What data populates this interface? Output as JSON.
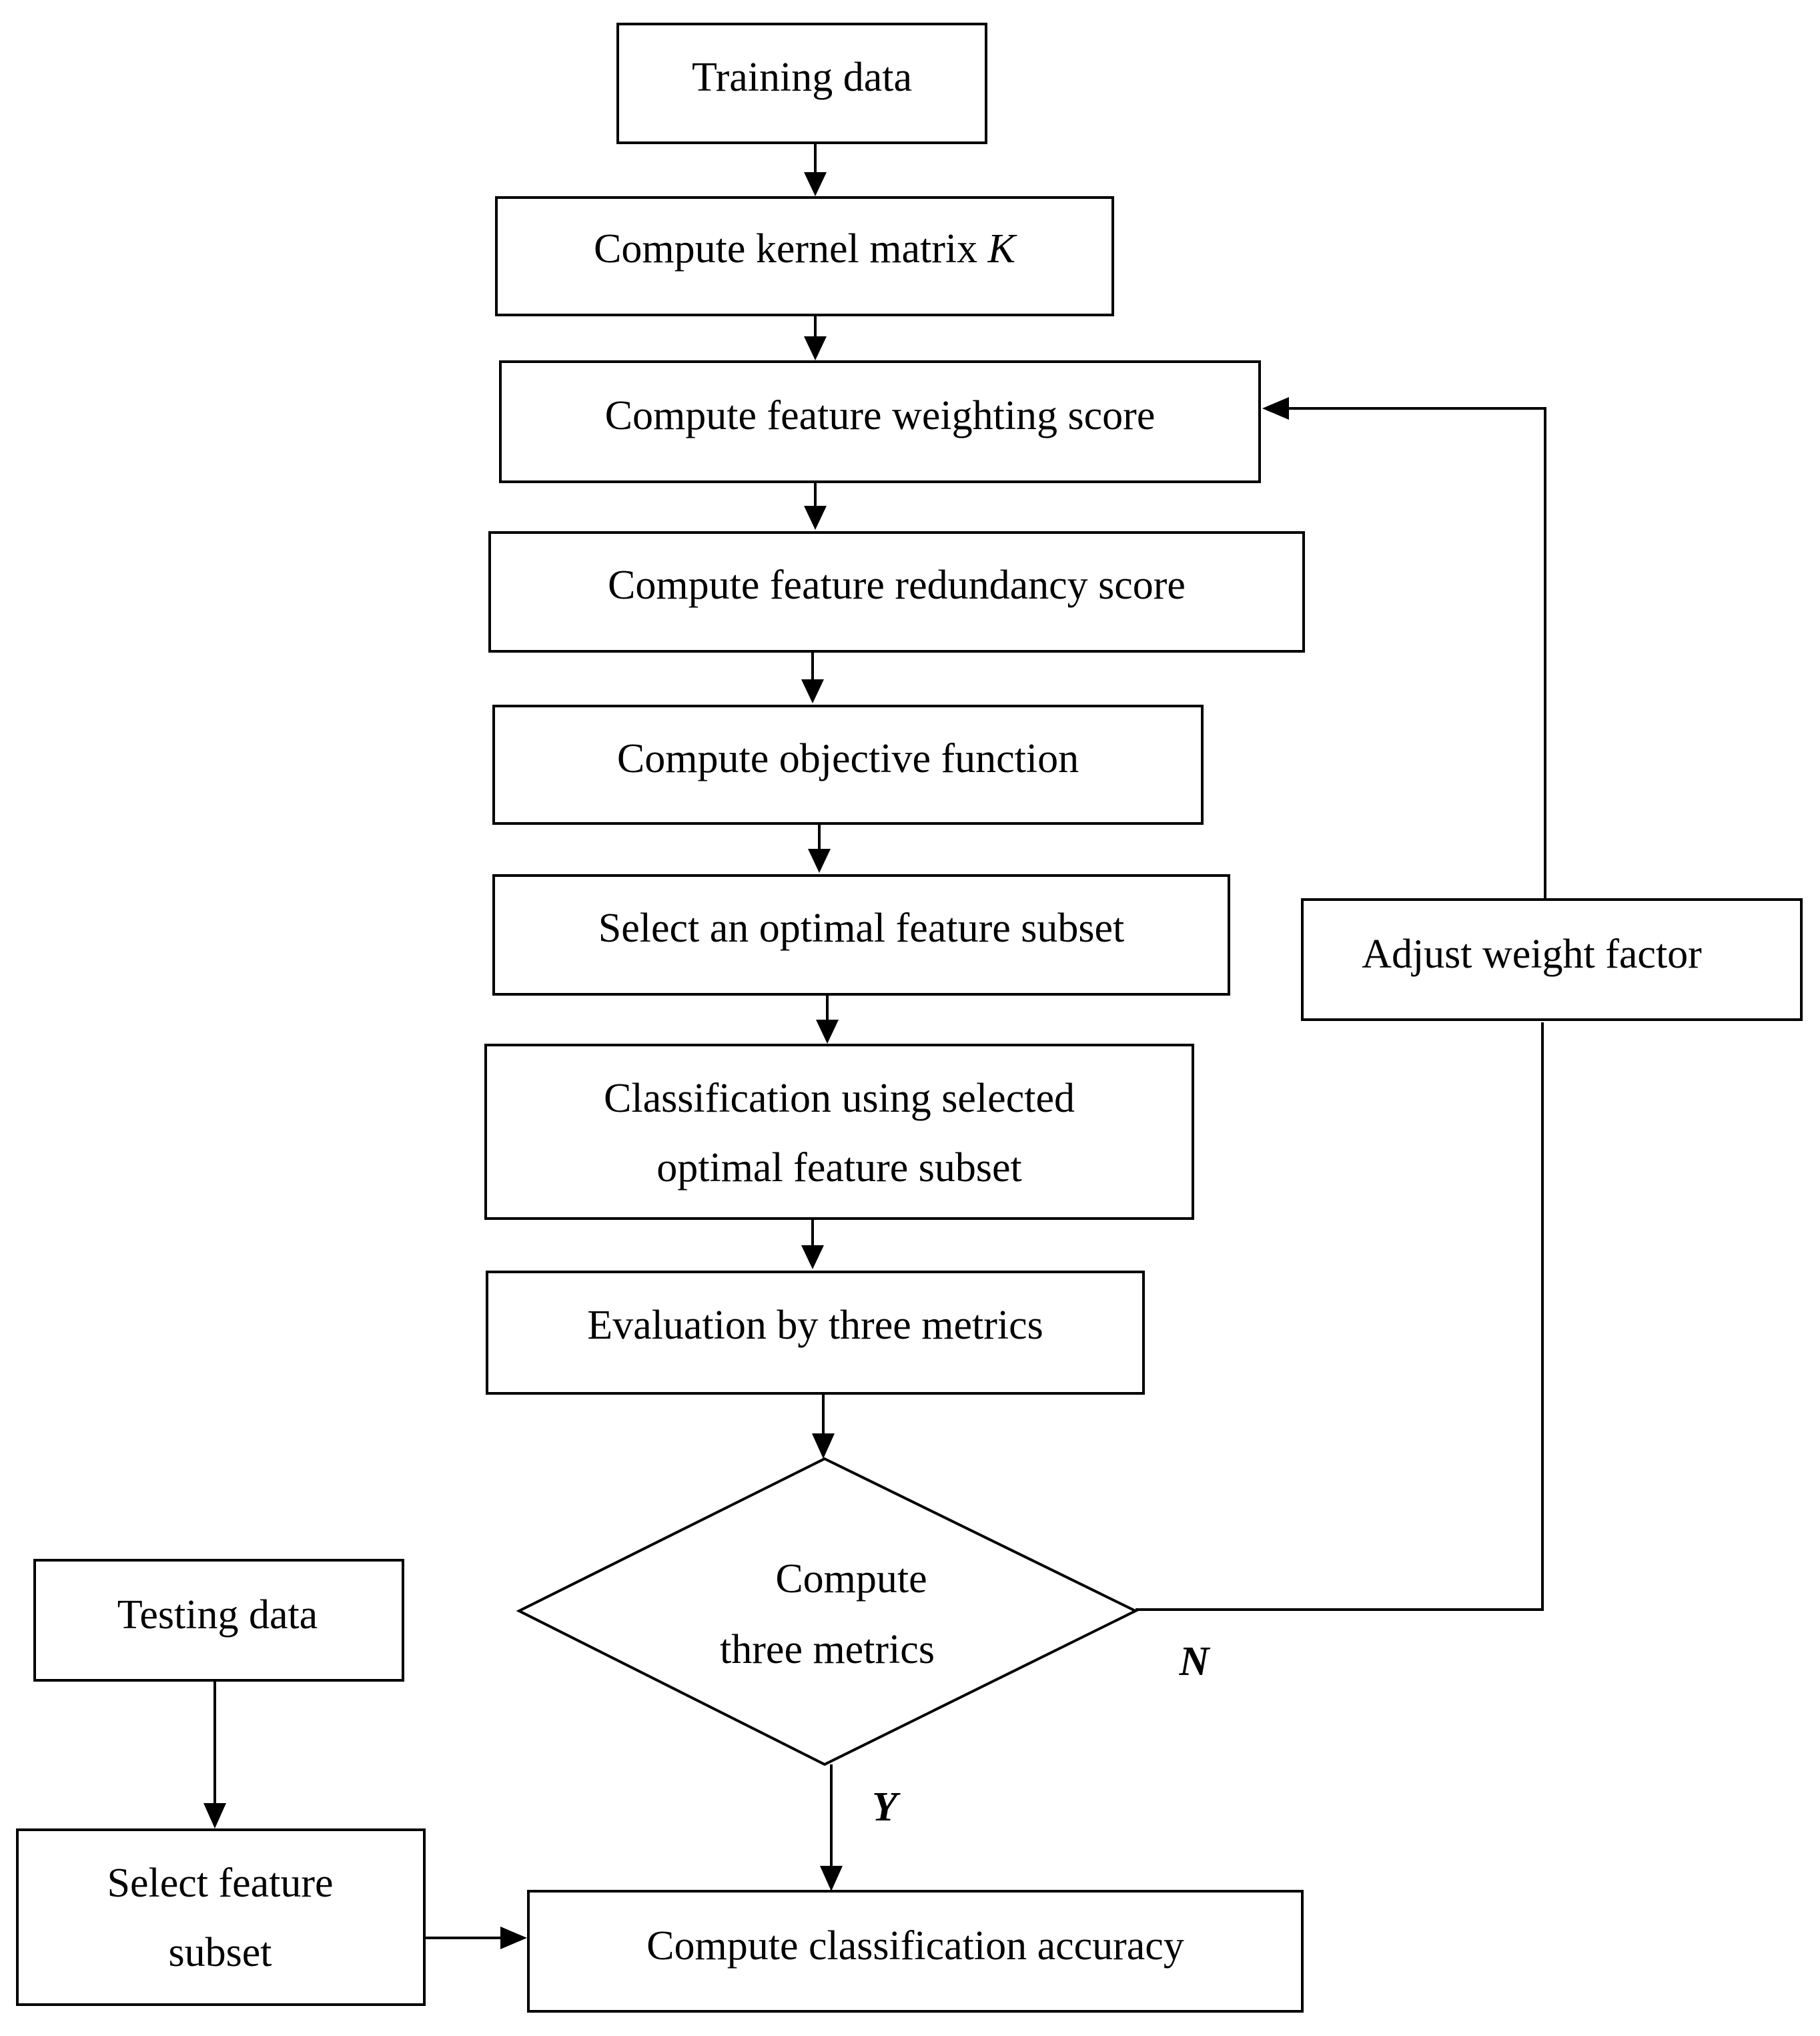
{
  "flowchart": {
    "nodes": {
      "training_data": "Training data",
      "compute_kernel": {
        "prefix": "Compute kernel matrix ",
        "symbol": "K"
      },
      "feature_weighting": "Compute feature weighting score",
      "feature_redundancy": "Compute feature redundancy score",
      "objective_function": "Compute objective function",
      "select_optimal": "Select an optimal feature subset",
      "classification_using": [
        "Classification using selected",
        "optimal feature subset"
      ],
      "evaluation": "Evaluation by three metrics",
      "decision": [
        "Compute",
        "three metrics"
      ],
      "adjust_weight": "Adjust weight factor",
      "testing_data": "Testing data",
      "select_feature_subset": [
        "Select feature",
        "subset"
      ],
      "classification_accuracy": "Compute classification accuracy"
    },
    "branch_labels": {
      "no": "N",
      "yes": "Y"
    },
    "edges": [
      {
        "from": "training_data",
        "to": "compute_kernel"
      },
      {
        "from": "compute_kernel",
        "to": "feature_weighting"
      },
      {
        "from": "feature_weighting",
        "to": "feature_redundancy"
      },
      {
        "from": "feature_redundancy",
        "to": "objective_function"
      },
      {
        "from": "objective_function",
        "to": "select_optimal"
      },
      {
        "from": "select_optimal",
        "to": "classification_using"
      },
      {
        "from": "classification_using",
        "to": "evaluation"
      },
      {
        "from": "evaluation",
        "to": "decision"
      },
      {
        "from": "decision",
        "to": "adjust_weight",
        "label": "N"
      },
      {
        "from": "adjust_weight",
        "to": "feature_weighting"
      },
      {
        "from": "decision",
        "to": "classification_accuracy",
        "label": "Y"
      },
      {
        "from": "testing_data",
        "to": "select_feature_subset"
      },
      {
        "from": "select_feature_subset",
        "to": "classification_accuracy"
      }
    ]
  }
}
